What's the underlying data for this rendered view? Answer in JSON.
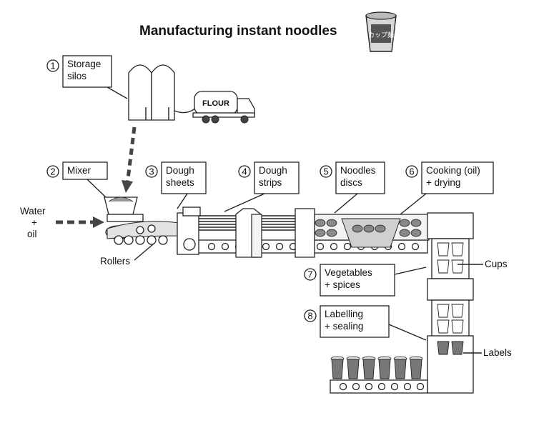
{
  "title": "Manufacturing instant noodles",
  "logo_text": "カップ麺",
  "truck_text": "FLOUR",
  "steps": [
    {
      "num": "1",
      "lines": [
        "Storage",
        "silos"
      ]
    },
    {
      "num": "2",
      "lines": [
        "Mixer"
      ]
    },
    {
      "num": "3",
      "lines": [
        "Dough",
        "sheets"
      ]
    },
    {
      "num": "4",
      "lines": [
        "Dough",
        "strips"
      ]
    },
    {
      "num": "5",
      "lines": [
        "Noodles",
        "discs"
      ]
    },
    {
      "num": "6",
      "lines": [
        "Cooking (oil)",
        "+ drying"
      ]
    },
    {
      "num": "7",
      "lines": [
        "Vegetables",
        "+ spices"
      ]
    },
    {
      "num": "8",
      "lines": [
        "Labelling",
        "+ sealing"
      ]
    }
  ],
  "labels": {
    "water": "Water",
    "plus": "+",
    "oil": "oil",
    "rollers": "Rollers",
    "cups": "Cups",
    "label_side": "Labels"
  },
  "colors": {
    "line": "#222222",
    "fill": "#f3f3f3",
    "dark": "#444444"
  }
}
